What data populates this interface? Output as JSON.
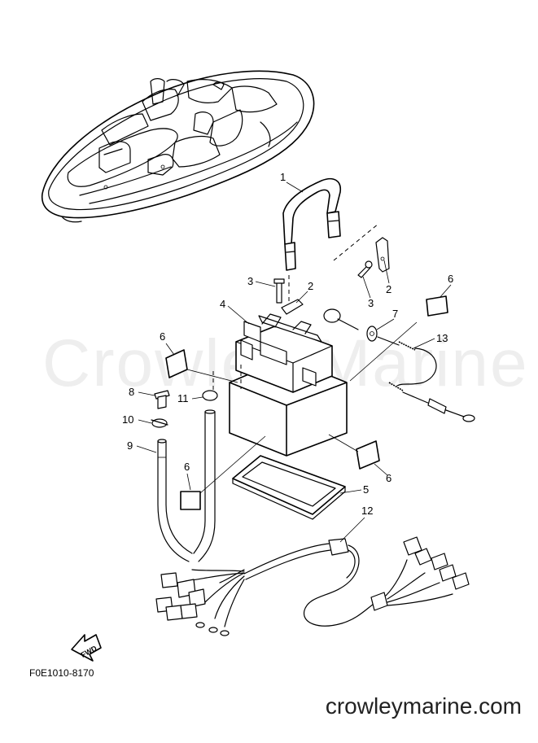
{
  "watermark": "Crowley Marine",
  "diagram_code": "F0E1010-8170",
  "site_url": "crowleymarine.com",
  "fwd_arrow": {
    "label": "FWD",
    "icon": "fwd-arrow-icon"
  },
  "callouts": {
    "c1": "1",
    "c2a": "2",
    "c2b": "2",
    "c3a": "3",
    "c3b": "3",
    "c4": "4",
    "c5": "5",
    "c6a": "6",
    "c6b": "6",
    "c6c": "6",
    "c6d": "6",
    "c7": "7",
    "c8": "8",
    "c9": "9",
    "c10": "10",
    "c11": "11",
    "c12": "12",
    "c13": "13"
  }
}
